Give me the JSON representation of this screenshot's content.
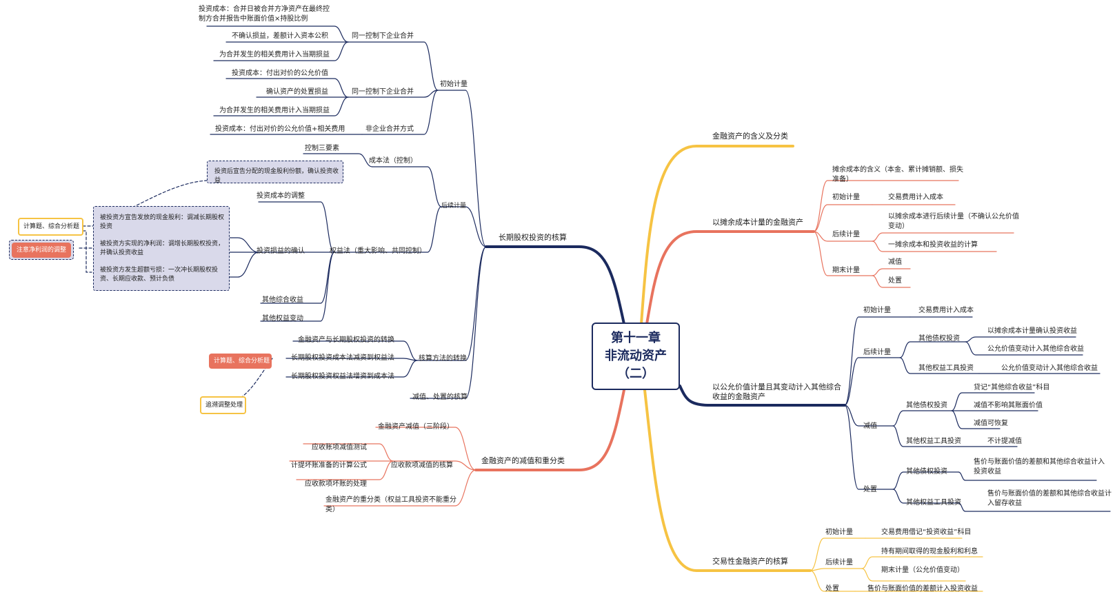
{
  "root": {
    "line1": "第十一章",
    "line2": "非流动资产",
    "line3": "（二）"
  },
  "colors": {
    "navy": "#1b2a5e",
    "orange": "#e8735e",
    "yellow": "#f6c343"
  },
  "left": {
    "ltei": {
      "label": "长期股权投资的核算",
      "initial": {
        "label": "初始计量",
        "same1": {
          "label": "同一控制下企业合并",
          "items": [
            "投资成本：合并日被合并方净资产在最终控制方合并报告中账面价值×持股比例",
            "不确认损益，差额计入资本公积",
            "为合并发生的相关费用计入当期损益"
          ]
        },
        "same2": {
          "label": "同一控制下企业合并",
          "items": [
            "投资成本：付出对价的公允价值",
            "确认资产的处置损益",
            "为合并发生的相关费用计入当期损益"
          ]
        },
        "nonmerge": {
          "label": "非企业合并方式",
          "item": "投资成本：付出对价的公允价值+相关费用"
        }
      },
      "subsequent": {
        "label": "后续计量",
        "cost": {
          "label": "成本法（控制）",
          "items": [
            "控制三要素",
            "投资后宣告分配的现金股利份额，确认投资收益"
          ]
        },
        "equity": {
          "label": "权益法（重大影响、共同控制）",
          "adjust": "投资成本的调整",
          "income": "投资损益的确认",
          "income_notes": [
            "被投资方宣告发放的现金股利：调减长期股权投资",
            "被投资方实现的净利润：调增长期股权投资，并确认投资收益",
            "被投资方发生超额亏损：一次冲长期股权投资、长期应收款、预计负债"
          ],
          "oci": "其他综合收益",
          "other_equity": "其他权益变动"
        }
      },
      "conversion": {
        "label": "核算方法的转换",
        "items": [
          "金融资产与长期股权投资的转换",
          "长期股权投资成本法减资到权益法",
          "长期股权投资权益法增资到成本法"
        ]
      },
      "impair": "减值、处置的核算"
    },
    "fa_impair": {
      "label": "金融资产的减值和重分类",
      "stage": "金融资产减值（三阶段）",
      "recv": {
        "label": "应收款项减值的核算",
        "items": [
          "应收账项减值测试",
          "计提坏账准备的计算公式",
          "应收款项坏账的处理"
        ]
      },
      "reclass": "金融资产的重分类（权益工具投资不能重分类）"
    },
    "tags": {
      "calc1": "计算题、综合分析题",
      "profit": "注意净利润的调整",
      "calc2": "计算题、综合分析题",
      "retro": "追溯调整处理"
    }
  },
  "right": {
    "meaning": "金融资产的含义及分类",
    "amortized": {
      "label": "以摊余成本计量的金融资产",
      "meaning": "摊余成本的含义（本金、累计摊销额、损失准备）",
      "initial": {
        "label": "初始计量",
        "item": "交易费用计入成本"
      },
      "subsequent": {
        "label": "后续计量",
        "items": [
          "以摊余成本进行后续计量（不确认公允价值变动）",
          "一摊余成本和投资收益的计算"
        ]
      },
      "period_end": {
        "label": "期末计量",
        "items": [
          "减值",
          "处置"
        ]
      }
    },
    "fvoci": {
      "label": "以公允价值计量且其变动计入其他综合收益的金融资产",
      "initial": {
        "label": "初始计量",
        "item": "交易费用计入成本"
      },
      "subsequent": {
        "label": "后续计量",
        "debt": {
          "label": "其他债权投资",
          "items": [
            "以摊余成本计量确认投资收益",
            "公允价值变动计入其他综合收益"
          ]
        },
        "equity": {
          "label": "其他权益工具投资",
          "item": "公允价值变动计入其他综合收益"
        }
      },
      "impair": {
        "label": "减值",
        "debt": {
          "label": "其他债权投资",
          "items": [
            "贷记“其他综合收益”科目",
            "减值不影响其账面价值",
            "减值可恢复"
          ]
        },
        "equity": {
          "label": "其他权益工具投资",
          "item": "不计提减值"
        }
      },
      "disposal": {
        "label": "处置",
        "debt": {
          "label": "其他债权投资",
          "item": "售价与账面价值的差额和其他综合收益计入投资收益"
        },
        "equity": {
          "label": "其他权益工具投资",
          "item": "售价与账面价值的差额和其他综合收益计入留存收益"
        }
      }
    },
    "trading": {
      "label": "交易性金融资产的核算",
      "initial": {
        "label": "初始计量",
        "item": "交易费用借记“投资收益”科目"
      },
      "subsequent": {
        "label": "后续计量",
        "items": [
          "持有期间取得的现金股利和利息",
          "期末计量（公允价值变动）"
        ]
      },
      "disposal": {
        "label": "处置",
        "item": "售价与账面价值的差额计入投资收益"
      }
    }
  }
}
